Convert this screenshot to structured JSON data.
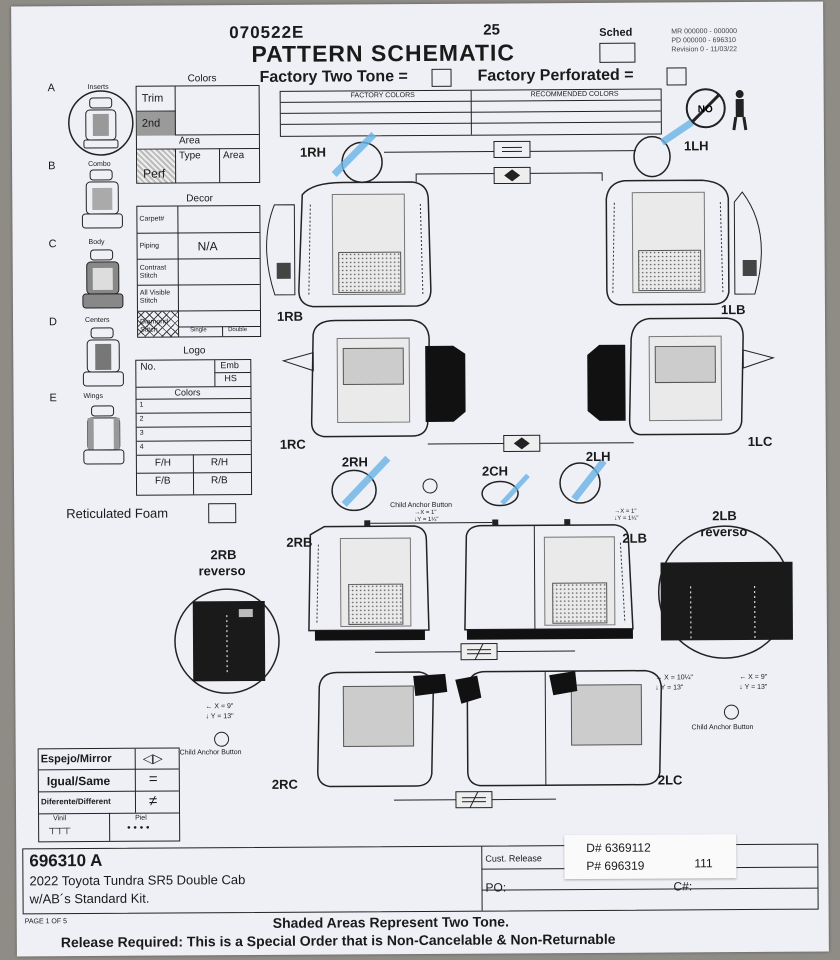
{
  "header": {
    "code": "070522E",
    "number": "25",
    "title": "PATTERN SCHEMATIC",
    "sched_label": "Sched",
    "meta_line1": "MR 000000 - 000000",
    "meta_line2": "PD 000000 - 696310",
    "meta_line3": "Revision 0 - 11/03/22"
  },
  "factory": {
    "two_tone_label": "Factory Two Tone =",
    "perforated_label": "Factory Perforated =",
    "factory_colors_header": "FACTORY COLORS",
    "recommended_colors_header": "RECOMMENDED COLORS",
    "no_smoking_text": "NO"
  },
  "legend": {
    "items": [
      {
        "letter": "A",
        "label": "Inserts"
      },
      {
        "letter": "B",
        "label": "Combo"
      },
      {
        "letter": "C",
        "label": "Body"
      },
      {
        "letter": "D",
        "label": "Centers"
      },
      {
        "letter": "E",
        "label": "Wings"
      }
    ]
  },
  "colors_table": {
    "title": "Colors",
    "trim": "Trim",
    "second": "2nd",
    "area": "Area",
    "type": "Type",
    "area2": "Area",
    "perf": "Perf"
  },
  "decor": {
    "title": "Decor",
    "rows": [
      "Carpet#",
      "Piping",
      "Contrast Stitch",
      "All Visible Stitch",
      "Diamond Stitch"
    ],
    "piping_value": "N/A",
    "single": "Single",
    "double": "Double"
  },
  "logo": {
    "title": "Logo",
    "no": "No.",
    "emb": "Emb",
    "hs": "HS",
    "colors": "Colors",
    "rows": [
      "1",
      "2",
      "3",
      "4"
    ],
    "fh": "F/H",
    "rh": "R/H",
    "fb": "F/B",
    "rb": "R/B"
  },
  "reticulated_foam": "Reticulated Foam",
  "symbols": {
    "mirror_label": "Espejo/Mirror",
    "same_label": "Igual/Same",
    "different_label": "Diferente/Different",
    "vinyl_label": "Vinil",
    "leather_label": "Piel"
  },
  "seat_labels": {
    "rh1": "1RH",
    "lh1": "1LH",
    "rb1": "1RB",
    "lb1": "1LB",
    "rc1": "1RC",
    "lc1": "1LC",
    "rh2": "2RH",
    "ch2": "2CH",
    "lh2": "2LH",
    "rb2": "2RB",
    "lb2": "2LB",
    "rb2_rev": "2RB",
    "rb2_rev2": "reverso",
    "lb2_rev": "2LB",
    "lb2_rev2": "reverso",
    "rc2": "2RC",
    "lc2": "2LC"
  },
  "annotations": {
    "child_anchor_top": "Child Anchor Button",
    "child_anchor_left": "Child Anchor Button",
    "child_anchor_right": "Child Anchor Button",
    "x1_left": "→X = 1\"",
    "y1_left": "↓Y = 1¼\"",
    "x1_right": "→X = 1\"",
    "y1_right": "↓Y = 1¼\"",
    "x_rb": "← X = 9\"",
    "y_rb": "↓ Y = 13\"",
    "x_lb1": "→ X = 10¼\"",
    "y_lb1": "↓ Y = 13\"",
    "x_lb2": "← X = 9\"",
    "y_lb2": "↓ Y = 13\""
  },
  "footer": {
    "part_number": "696310 A",
    "vehicle": "2022 Toyota Tundra SR5 Double Cab",
    "kit": "w/AB´s Standard Kit.",
    "cust_release": "Cust. Release",
    "po": "PO:",
    "c_num": "C#:",
    "d_num": "D# 6369112",
    "p_num": "P# 696319",
    "p_suffix": "111",
    "page": "PAGE 1 OF 5",
    "shaded_note": "Shaded Areas Represent Two Tone.",
    "release_note": "Release Required: This is a Special Order that is Non-Cancelable & Non-Returnable"
  }
}
